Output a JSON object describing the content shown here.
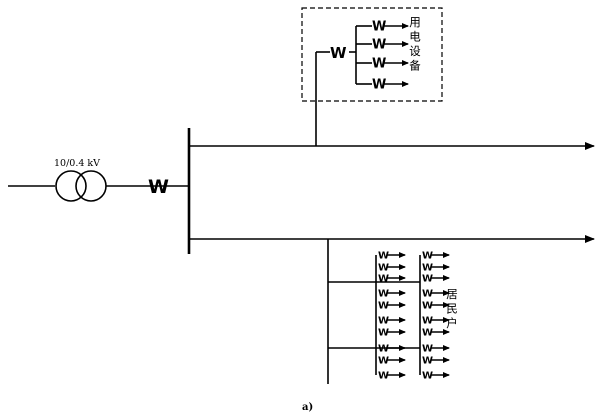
{
  "transformer_label": "10/0.4 kV",
  "main_switch_symbol": "W",
  "switch_symbol": "W",
  "box_label": "用电设备",
  "households_label": "居民户",
  "caption": "a)"
}
